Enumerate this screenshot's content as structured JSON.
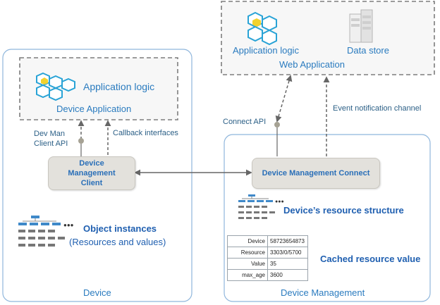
{
  "web_application": {
    "app_logic_label": "Application logic",
    "data_store_label": "Data store",
    "title": "Web Application"
  },
  "device": {
    "title": "Device",
    "application": {
      "app_logic_label": "Application logic",
      "title": "Device Application"
    },
    "dev_man_client_api": "Dev Man\nClient API",
    "callback_interfaces": "Callback interfaces",
    "client_box": "Device\nManagement\nClient",
    "object_instances": "Object instances",
    "object_instances_sub": "(Resources and values)"
  },
  "device_management": {
    "title": "Device Management",
    "connect_api": "Connect API",
    "event_channel": "Event notification channel",
    "connect_box": "Device Management Connect",
    "resource_structure": "Device’s resource structure",
    "cached_value": "Cached resource value",
    "cache_table": [
      {
        "key": "Device",
        "value": "58723654873"
      },
      {
        "key": "Resource",
        "value": "3303/0/5700"
      },
      {
        "key": "Value",
        "value": "35"
      },
      {
        "key": "max_age",
        "value": "3600"
      }
    ]
  },
  "colors": {
    "container_border": "#8fb6dc",
    "dashed_border": "#7d7d7d",
    "pill_fill": "#e3e1dc",
    "accent_blue": "#1f5fb0"
  }
}
